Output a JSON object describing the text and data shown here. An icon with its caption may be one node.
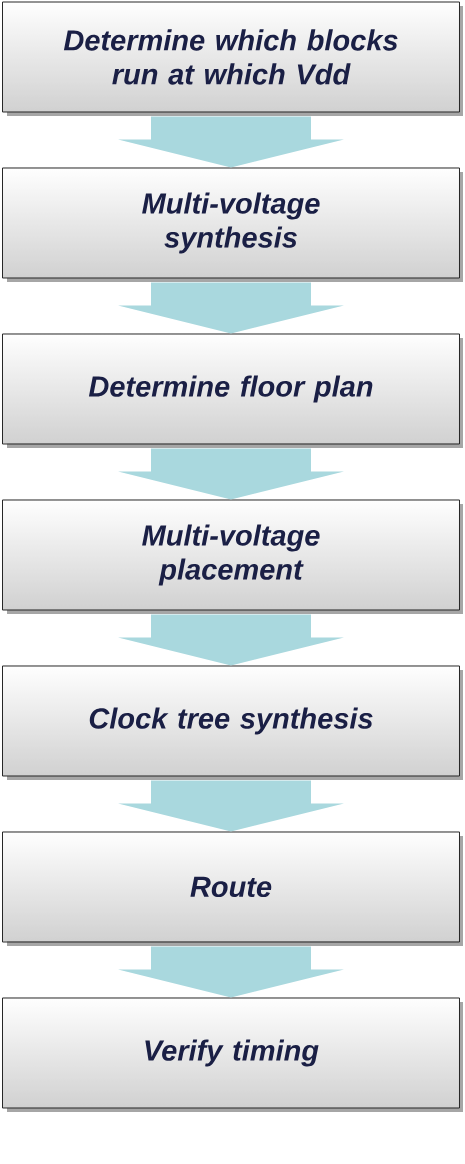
{
  "diagram": {
    "nodes": [
      {
        "text": [
          "Determine which blocks run at which Vdd"
        ]
      },
      {
        "text": [
          "Multi-voltage synthesis"
        ]
      },
      {
        "text": [
          "Determine floor plan"
        ]
      },
      {
        "text": [
          "Multi-voltage placement"
        ]
      },
      {
        "text": [
          "Clock tree synthesis"
        ]
      },
      {
        "text": [
          "Route"
        ]
      },
      {
        "text": [
          "Verify timing"
        ]
      }
    ],
    "edges": [
      {
        "from": 0,
        "to": 1,
        "arrow": "to"
      },
      {
        "from": 1,
        "to": 2,
        "arrow": "to"
      },
      {
        "from": 2,
        "to": 3,
        "arrow": "to"
      },
      {
        "from": 3,
        "to": 4,
        "arrow": "to"
      },
      {
        "from": 4,
        "to": 5,
        "arrow": "to"
      },
      {
        "from": 5,
        "to": 6,
        "arrow": "to"
      }
    ]
  }
}
